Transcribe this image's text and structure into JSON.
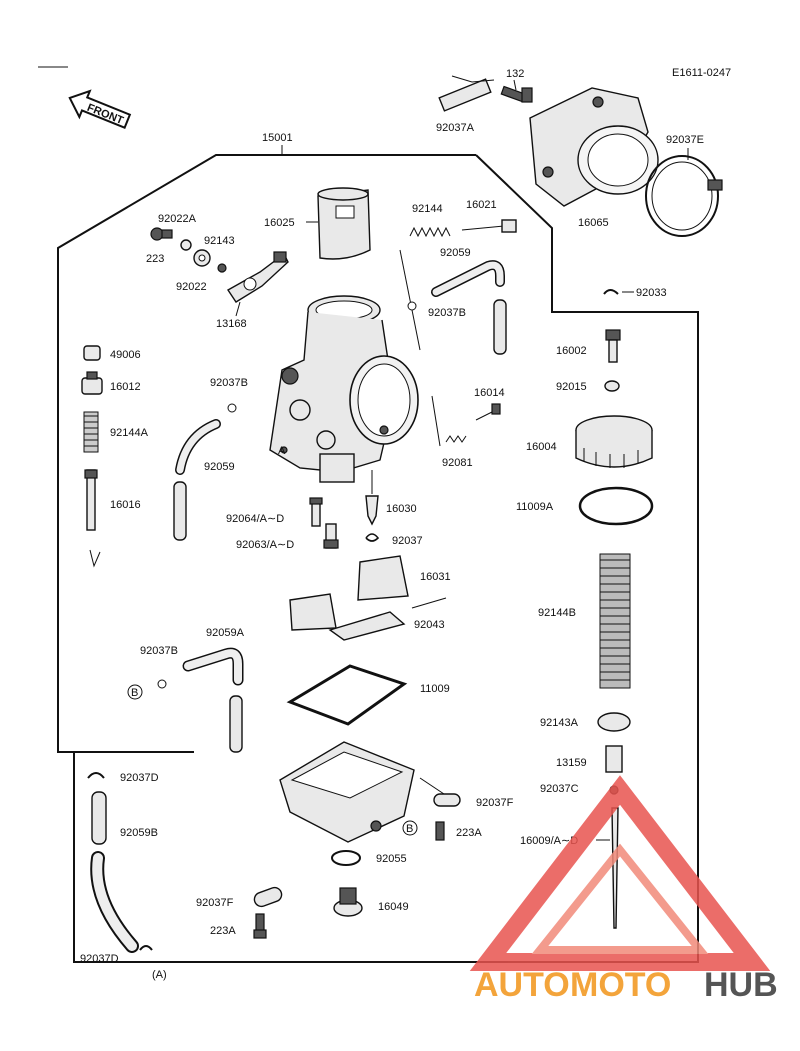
{
  "diagram_code": "E1611-0247",
  "front_label": "FRONT",
  "watermark": {
    "part1": "AUTO",
    "part2": "MOTO",
    "part3": "HUB"
  },
  "labels": {
    "p15001": "15001",
    "p132": "132",
    "p92037A": "92037A",
    "p92037E": "92037E",
    "p16065": "16065",
    "p16025": "16025",
    "p92022A": "92022A",
    "p223a": "223",
    "p92143": "92143",
    "p92022": "92022",
    "p13168": "13168",
    "p92144": "92144",
    "p16021": "16021",
    "p92059a": "92059",
    "p92037Ba": "92037B",
    "p92033": "92033",
    "p49006": "49006",
    "p16012": "16012",
    "p92144A": "92144A",
    "p16016": "16016",
    "p92037Bb": "92037B",
    "p92059b": "92059",
    "p16014": "16014",
    "p92081": "92081",
    "p16002": "16002",
    "p92015": "92015",
    "p16004": "16004",
    "p11009A": "11009A",
    "p92064": "92064/A∼D",
    "p16030": "16030",
    "p92063": "92063/A∼D",
    "p92037": "92037",
    "p16031": "16031",
    "p92043": "92043",
    "p92144B": "92144B",
    "p92037Bc": "92037B",
    "p92059A": "92059A",
    "p11009": "11009",
    "markB1": "B",
    "p92143A": "92143A",
    "p13159": "13159",
    "p92037C": "92037C",
    "p92037D": "92037D",
    "p92037F1": "92037F",
    "markB2": "B",
    "p223A1": "223A",
    "p16009": "16009/A∼D",
    "p92059B": "92059B",
    "p92055": "92055",
    "p92037F2": "92037F",
    "p16049": "16049",
    "p223A2": "223A",
    "p92037D2": "92037D",
    "markA": "(A)",
    "markA2": "A"
  }
}
